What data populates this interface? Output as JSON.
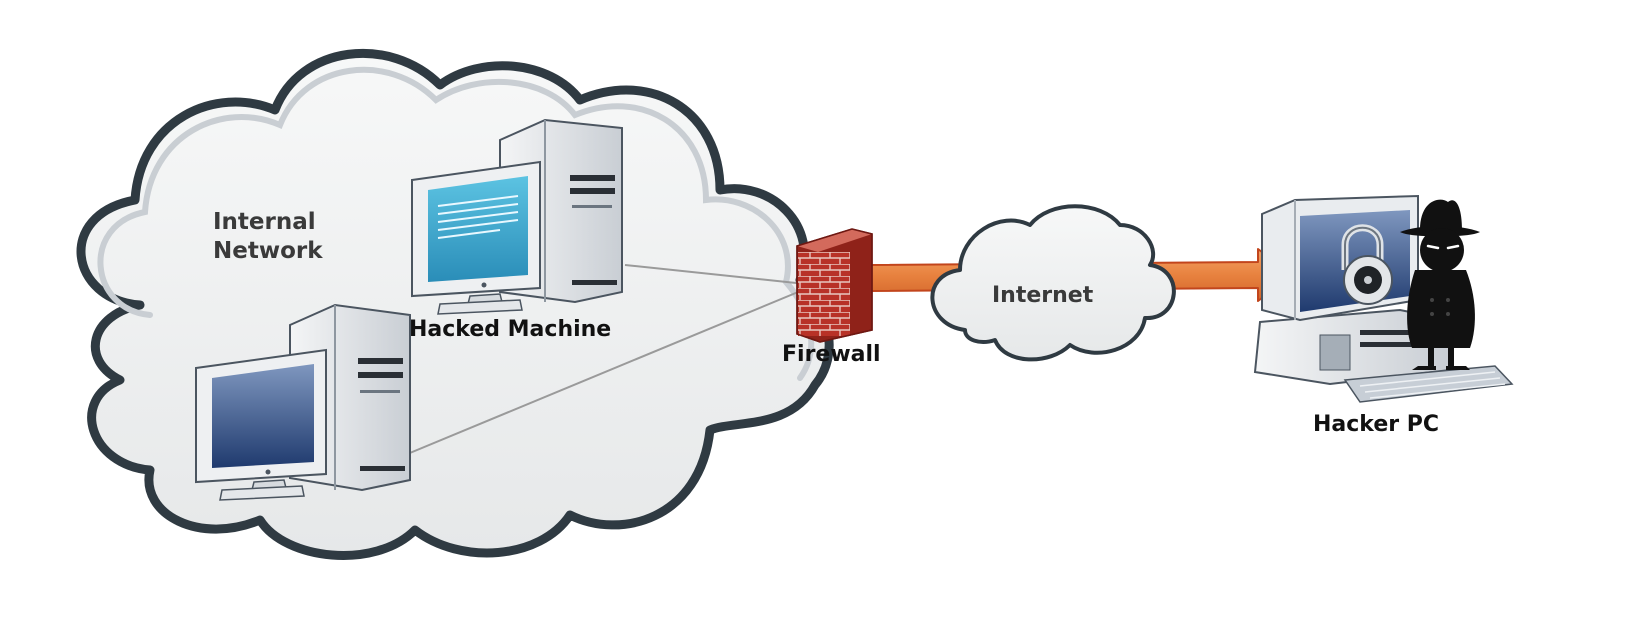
{
  "labels": {
    "internal_network_line1": "Internal",
    "internal_network_line2": "Network",
    "hacked_machine": "Hacked Machine",
    "firewall": "Firewall",
    "internet": "Internet",
    "hacker_pc": "Hacker PC"
  },
  "icons": [
    "cloud-internal-network-icon",
    "computer-hacked-machine-icon",
    "computer-icon",
    "firewall-brick-wall-icon",
    "cloud-internet-icon",
    "arrow-right-icon",
    "hacker-pc-icon",
    "padlock-icon",
    "hacker-spy-icon"
  ],
  "colors": {
    "arrow": "#e8823f",
    "arrow_outline": "#c2451c",
    "brick": "#b83227",
    "cloud_fill": "#f3f4f4",
    "cloud_outline": "#2f3a42",
    "screen_blue": "#39a8cf",
    "screen_dark": "#2e4d80"
  }
}
